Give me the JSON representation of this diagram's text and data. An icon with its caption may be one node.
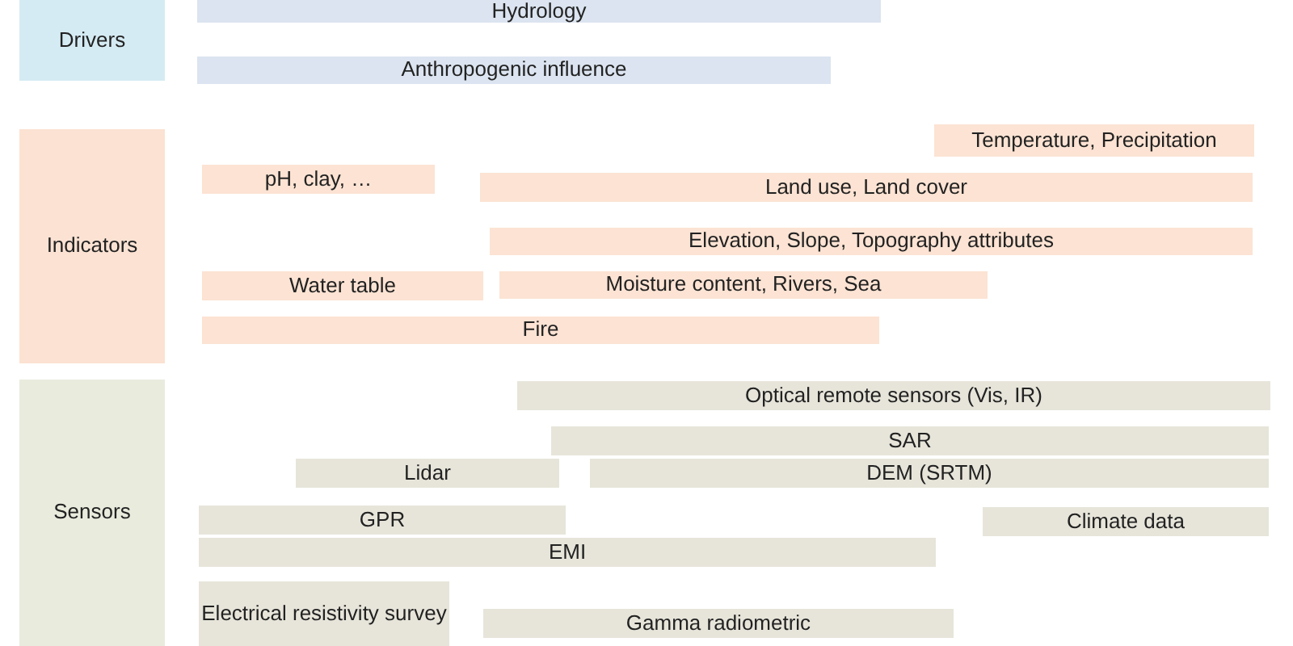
{
  "diagram": {
    "nodes": [
      {
        "text": [
          "Drivers"
        ]
      },
      {
        "text": [
          "Hydrology"
        ]
      },
      {
        "text": [
          "Anthropogenic influence"
        ]
      },
      {
        "text": [
          "Indicators"
        ]
      },
      {
        "text": [
          "Temperature, Precipitation"
        ]
      },
      {
        "text": [
          "pH, clay, …"
        ]
      },
      {
        "text": [
          "Land use, Land cover"
        ]
      },
      {
        "text": [
          "Elevation, Slope, Topography attributes"
        ]
      },
      {
        "text": [
          "Water table"
        ]
      },
      {
        "text": [
          "Moisture content, Rivers, Sea"
        ]
      },
      {
        "text": [
          "Fire"
        ]
      },
      {
        "text": [
          "Sensors"
        ]
      },
      {
        "text": [
          "Optical remote sensors (Vis, IR)"
        ]
      },
      {
        "text": [
          "SAR"
        ]
      },
      {
        "text": [
          "Lidar"
        ]
      },
      {
        "text": [
          "DEM (SRTM)"
        ]
      },
      {
        "text": [
          "GPR"
        ]
      },
      {
        "text": [
          "Climate data"
        ]
      },
      {
        "text": [
          "EMI"
        ]
      },
      {
        "text": [
          "Electrical resistivity survey"
        ]
      },
      {
        "text": [
          "Gamma radiometric"
        ]
      }
    ]
  }
}
